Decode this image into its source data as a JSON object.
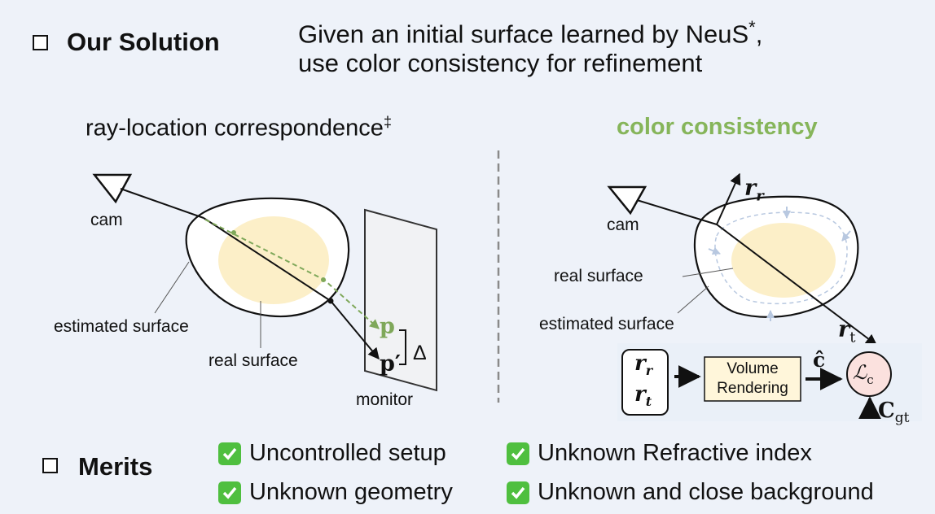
{
  "header": {
    "title": "Our Solution",
    "description_line1": "Given an initial surface learned by NeuS",
    "description_mark": "*",
    "description_line2": "use color consistency for refinement",
    "description_comma": ","
  },
  "left_panel": {
    "title": "ray-location correspondence",
    "title_mark": "‡",
    "cam_label": "cam",
    "estimated_surface_label": "estimated surface",
    "real_surface_label": "real surface",
    "point_p": "p",
    "point_p_prime": "p′",
    "delta": "Δ",
    "monitor_label": "monitor"
  },
  "right_panel": {
    "title": "color consistency",
    "cam_label": "cam",
    "real_surface_label": "real surface",
    "estimated_surface_label": "estimated surface",
    "ray_r": "r",
    "ray_r_sub": "r",
    "ray_t": "r",
    "ray_t_sub": "t",
    "pipeline": {
      "input_r": "r",
      "input_r_sub": "r",
      "input_t": "r",
      "input_t_sub": "t",
      "box_line1": "Volume",
      "box_line2": "Rendering",
      "c_hat": "ĉ",
      "loss": "ℒ",
      "loss_sub": "c",
      "c_gt": "C",
      "c_gt_sub": "gt"
    }
  },
  "merits": {
    "title": "Merits",
    "items": [
      "Uncontrolled setup",
      "Unknown Refractive index",
      "Unknown geometry",
      "Unknown and close background"
    ]
  },
  "colors": {
    "background": "#eef2f9",
    "accent_green": "#86b55a",
    "real_surface_fill": "#fcefc8",
    "check_green": "#4fbf3f"
  }
}
